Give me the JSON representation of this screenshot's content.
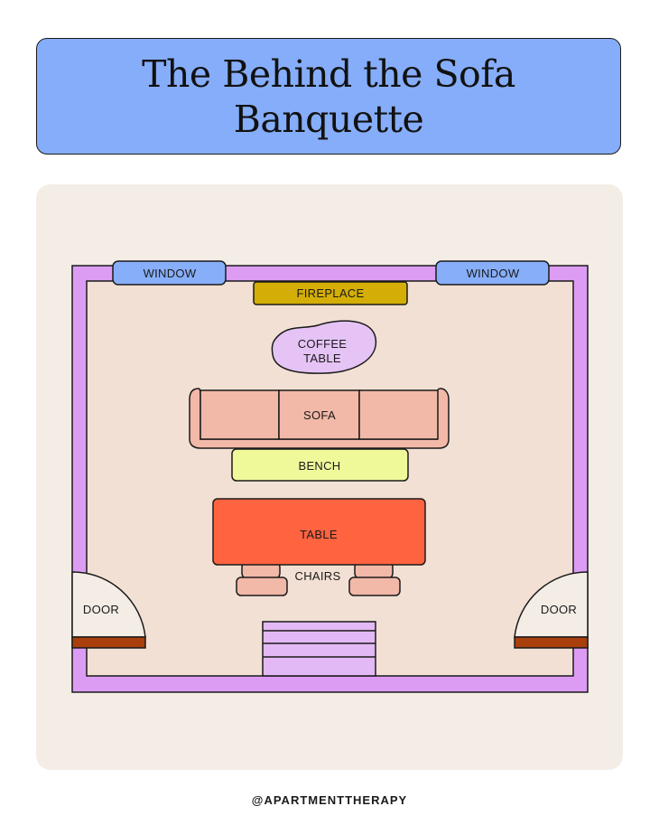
{
  "title": "The Behind the Sofa Banquette",
  "floorplan": {
    "window_left": "WINDOW",
    "window_right": "WINDOW",
    "fireplace": "FIREPLACE",
    "coffee_table_line1": "COFFEE",
    "coffee_table_line2": "TABLE",
    "sofa": "SOFA",
    "bench": "BENCH",
    "table": "TABLE",
    "chairs": "CHAIRS",
    "door_left": "DOOR",
    "door_right": "DOOR"
  },
  "colors": {
    "title_bg": "#86adf9",
    "wall": "#dd9cf3",
    "floor": "#f2e0d4",
    "window": "#87aef8",
    "fireplace": "#d4ae07",
    "coffee_table": "#e5c3f5",
    "sofa": "#f2b8a8",
    "bench": "#f0f99a",
    "table": "#ff6340",
    "door_sill": "#a83f0d",
    "stairs": "#e3b9f5"
  },
  "credit": "@APARTMENTTHERAPY"
}
